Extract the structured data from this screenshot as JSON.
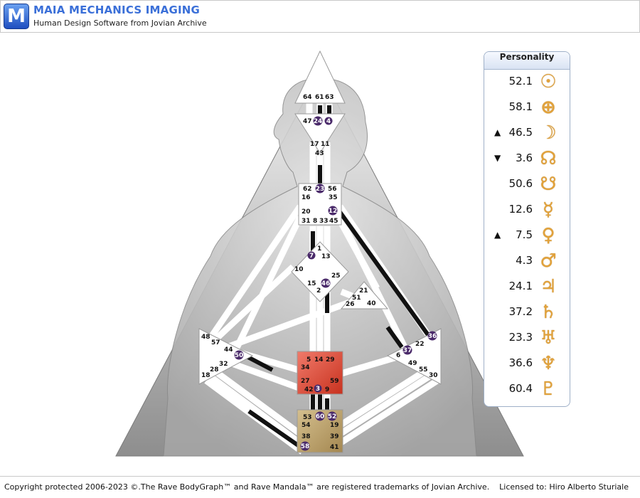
{
  "app": {
    "brand": "MAIA MECHANICS IMAGING",
    "tagline": "Human Design Software from Jovian Archive",
    "logo_letter": "M"
  },
  "personality": {
    "title": "Personality",
    "rows": [
      {
        "value": "52.1",
        "glyph": "☉",
        "icon": "sun-icon",
        "arrow": ""
      },
      {
        "value": "58.1",
        "glyph": "⊕",
        "icon": "earth-icon",
        "arrow": ""
      },
      {
        "value": "46.5",
        "glyph": "☽",
        "icon": "moon-icon",
        "arrow": "▲"
      },
      {
        "value": "3.6",
        "glyph": "☊",
        "icon": "north-node-icon",
        "arrow": "▼"
      },
      {
        "value": "50.6",
        "glyph": "☋",
        "icon": "south-node-icon",
        "arrow": ""
      },
      {
        "value": "12.6",
        "glyph": "☿",
        "icon": "mercury-icon",
        "arrow": ""
      },
      {
        "value": "7.5",
        "glyph": "♀",
        "icon": "venus-icon",
        "arrow": "▲"
      },
      {
        "value": "4.3",
        "glyph": "♂",
        "icon": "mars-icon",
        "arrow": ""
      },
      {
        "value": "24.1",
        "glyph": "♃",
        "icon": "jupiter-icon",
        "arrow": ""
      },
      {
        "value": "37.2",
        "glyph": "♄",
        "icon": "saturn-icon",
        "arrow": ""
      },
      {
        "value": "23.3",
        "glyph": "♅",
        "icon": "uranus-icon",
        "arrow": ""
      },
      {
        "value": "36.6",
        "glyph": "♆",
        "icon": "neptune-icon",
        "arrow": ""
      },
      {
        "value": "60.4",
        "glyph": "♇",
        "icon": "pluto-icon",
        "arrow": ""
      }
    ]
  },
  "bodygraph": {
    "head_gates": [
      "64",
      "61",
      "63"
    ],
    "ajna_gates": [
      "47",
      "24",
      "4",
      "17",
      "11",
      "43"
    ],
    "throat_gates": [
      "62",
      "23",
      "56",
      "16",
      "35",
      "20",
      "12",
      "31",
      "8",
      "33",
      "45"
    ],
    "g_gates": [
      "1",
      "7",
      "13",
      "10",
      "25",
      "15",
      "46",
      "2"
    ],
    "ego_gates": [
      "21",
      "51",
      "26",
      "40"
    ],
    "spleen_gates": [
      "48",
      "57",
      "44",
      "50",
      "32",
      "28",
      "18"
    ],
    "sacral_gates": [
      "5",
      "14",
      "29",
      "34",
      "27",
      "59",
      "42",
      "3",
      "9"
    ],
    "solar_plexus_gates": [
      "36",
      "22",
      "37",
      "6",
      "49",
      "55",
      "30"
    ],
    "root_gates": [
      "53",
      "60",
      "52",
      "54",
      "19",
      "38",
      "39",
      "58",
      "41"
    ],
    "colors": {
      "defined_center": "#e04b3a",
      "root_center": "#b89a6a",
      "open_center": "#ffffff",
      "activation": "#4a2a6a"
    }
  },
  "footer": {
    "copyright": "Copyright protected 2006-2023 ©.The Rave BodyGraph™ and Rave Mandala™ are registered trademarks of Jovian Archive.",
    "license": "Licensed to: Hiro Alberto Sturiale"
  }
}
